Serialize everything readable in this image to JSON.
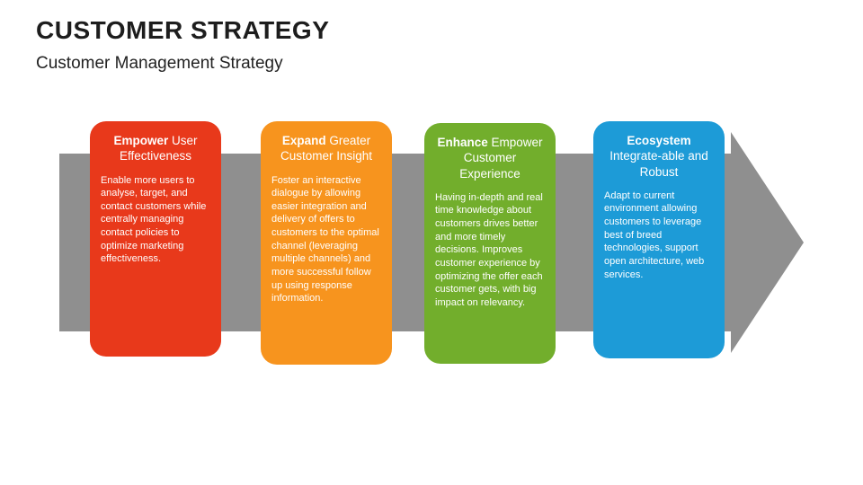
{
  "header": {
    "title": "CUSTOMER STRATEGY",
    "subtitle": "Customer Management Strategy"
  },
  "diagram": {
    "arrow_color": "#8F8F8F",
    "cards": [
      {
        "heading_bold": "Empower",
        "heading_rest": " User Effectiveness",
        "body": "Enable more users to analyse, target, and contact customers while centrally managing contact policies to optimize marketing effectiveness.",
        "color": "#E8391B"
      },
      {
        "heading_bold": "Expand",
        "heading_rest": " Greater Customer Insight",
        "body": "Foster an interactive dialogue by allowing easier integration and delivery of offers to customers to the optimal channel (leveraging multiple channels) and more successful follow up using response information.",
        "color": "#F7941E"
      },
      {
        "heading_bold": "Enhance",
        "heading_rest": " Empower Customer Experience",
        "body": "Having in-depth and real time knowledge about customers drives better and more timely decisions. Improves customer experience by optimizing the offer each customer gets, with big impact on relevancy.",
        "color": "#72AE2C"
      },
      {
        "heading_bold": "Ecosystem",
        "heading_rest": " Integrate-able and Robust",
        "body": "Adapt to current environment allowing customers to leverage best of breed technologies, support open architecture, web services.",
        "color": "#1D9BD7"
      }
    ]
  }
}
